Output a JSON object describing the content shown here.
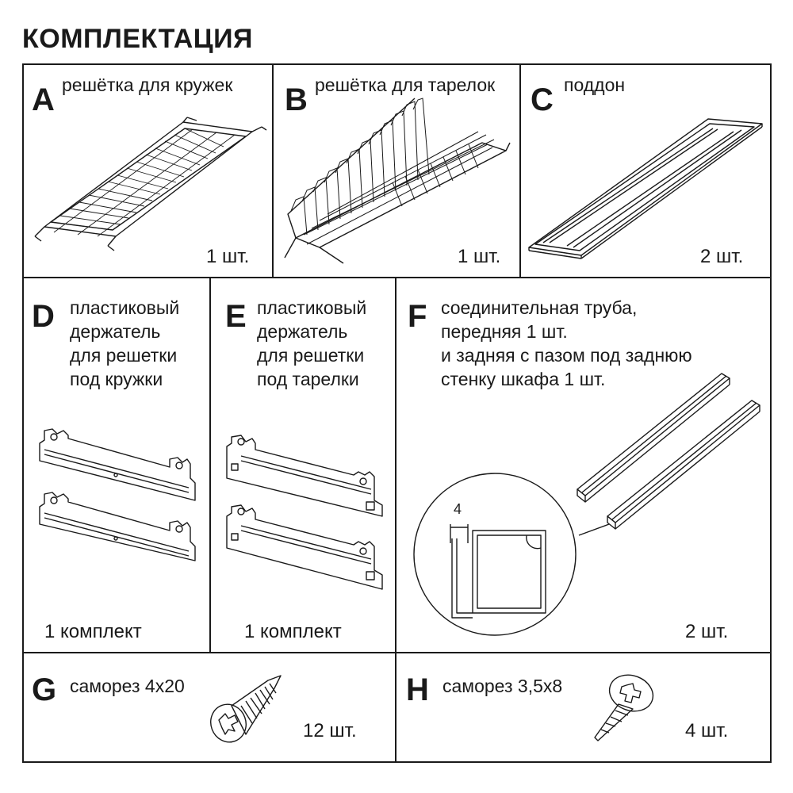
{
  "title": "КОМПЛЕКТАЦИЯ",
  "items": [
    {
      "letter": "A",
      "label": "решётка для кружек",
      "qty": "1 шт.",
      "icon": "cup-rack-icon"
    },
    {
      "letter": "B",
      "label": "решётка для тарелок",
      "qty": "1 шт.",
      "icon": "plate-rack-icon"
    },
    {
      "letter": "C",
      "label": "поддон",
      "qty": "2 шт.",
      "icon": "drip-tray-icon"
    },
    {
      "letter": "D",
      "label_lines": [
        "пластиковый",
        "держатель",
        "для решетки",
        "под кружки"
      ],
      "qty": "1 комплект",
      "icon": "cup-holder-bracket-icon"
    },
    {
      "letter": "E",
      "label_lines": [
        "пластиковый",
        "держатель",
        "для решетки",
        "под тарелки"
      ],
      "qty": "1 комплект",
      "icon": "plate-holder-bracket-icon"
    },
    {
      "letter": "F",
      "label_lines": [
        "соединительная труба,",
        "передняя 1 шт.",
        "и задняя с пазом под заднюю",
        "стенку шкафа 1 шт."
      ],
      "qty": "2 шт.",
      "dimension": "4",
      "icon": "connecting-tube-icon"
    },
    {
      "letter": "G",
      "label": "саморез 4х20",
      "qty": "12 шт.",
      "icon": "countersunk-screw-icon"
    },
    {
      "letter": "H",
      "label": "саморез 3,5х8",
      "qty": "4 шт.",
      "icon": "pan-head-screw-icon"
    }
  ]
}
